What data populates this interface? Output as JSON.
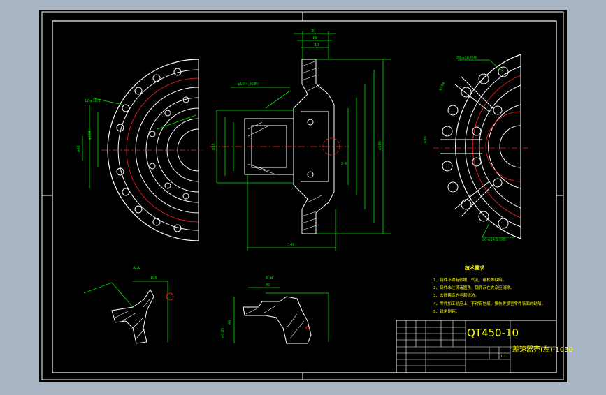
{
  "viewport": {
    "background": "#a9b4c2",
    "sheet": "#000000"
  },
  "colors": {
    "frame": "#ffffff",
    "green": "#00e600",
    "red": "#ff2020",
    "yellow": "#ffff00",
    "white": "#ffffff"
  },
  "section_labels": {
    "a": "A-A",
    "b": "B-B"
  },
  "notes": {
    "title": "技术要求",
    "items": [
      "1、铸件不得有砂眼、气孔、缩松等缺陷。",
      "2、铸件未注铸造圆角，铸件存在夹杂应消除。",
      "3、去除铸造的毛刺锐边。",
      "4、零件加工前应上、不得有划痕、擦伤等损害零件表面的缺陷。",
      "5、锐角倒钝。"
    ]
  },
  "title_block": {
    "material": "QT450-10",
    "part_name": "差速器壳(左)-1030",
    "scale": "1:1"
  },
  "dimensions": {
    "overall_length": "146",
    "pitch_dia": "φ190",
    "bore": "φ55",
    "flange_hole": "12-φ10.5",
    "pcd": "φ164",
    "side_a": "30",
    "side_b": "46",
    "radius": "R30"
  }
}
